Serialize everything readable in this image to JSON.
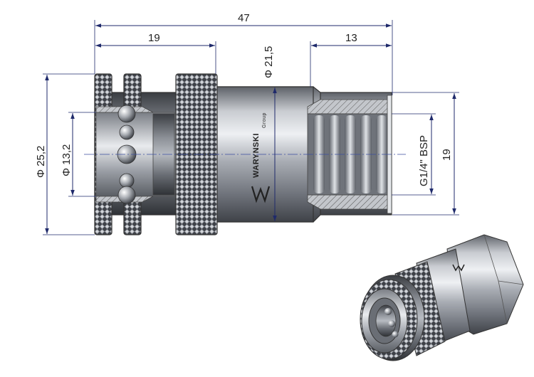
{
  "dimensions": {
    "overall_length": "47",
    "front_length": "19",
    "rear_length": "13",
    "body_diameter": "Φ 21,5",
    "outer_diameter": "Φ 25,2",
    "inner_diameter": "Φ 13,2",
    "thread": "G1/4\" BSP",
    "hex_size": "19"
  },
  "brand": {
    "name": "WARYNSKI",
    "sub": "Group"
  },
  "colors": {
    "dimension": "#1f2a6b",
    "metal_dark": "#4a4e55",
    "metal_light": "#d8dbe0"
  }
}
